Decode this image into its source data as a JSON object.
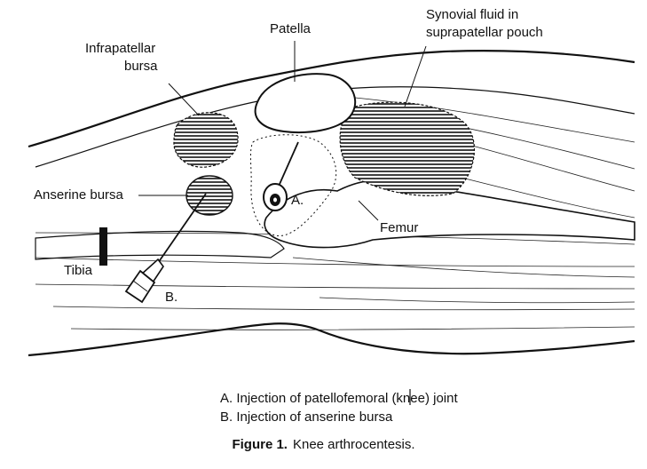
{
  "labels": {
    "patella": "Patella",
    "synovial_line1": "Synovial fluid in",
    "synovial_line2": "suprapatellar pouch",
    "infrapatellar_line1": "Infrapatellar",
    "infrapatellar_line2": "bursa",
    "anserine": "Anserine bursa",
    "femur": "Femur",
    "tibia": "Tibia",
    "marker_a": "A.",
    "marker_b": "B."
  },
  "legend": {
    "item_a": "A. Injection of patellofemoral (knee) joint",
    "item_b": "B. Injection of anserine bursa"
  },
  "caption": {
    "figure_label": "Figure 1.",
    "text": "Knee arthrocentesis."
  }
}
